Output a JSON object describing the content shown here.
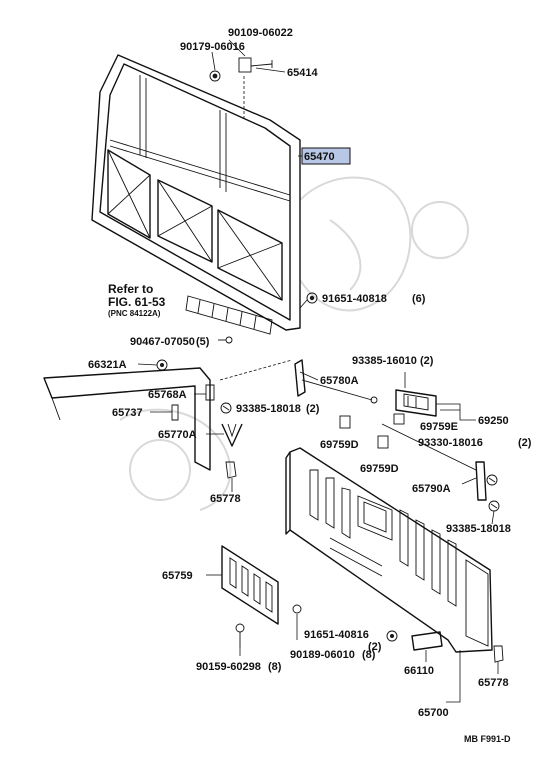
{
  "diagram_code": "MB F991-D",
  "refer_note": {
    "line1": "Refer to",
    "line2": "FIG. 61-53",
    "line3": "(PNC 84122A)"
  },
  "parts": {
    "p90109_06022": "90109-06022",
    "p90179_06016": "90179-06016",
    "p65414": "65414",
    "p65470": "65470",
    "p91651_40818": "91651-40818",
    "p91651_40818_qty": "(6)",
    "p90467_07050": "90467-07050",
    "p90467_07050_qty": "(5)",
    "p66321A": "66321A",
    "p65768A": "65768A",
    "p65737": "65737",
    "p93385_18018a": "93385-18018",
    "p93385_18018a_qty": "(2)",
    "p65770A": "65770A",
    "p65778a": "65778",
    "p93385_16010": "93385-16010",
    "p93385_16010_qty": "(2)",
    "p65780A": "65780A",
    "p69250": "69250",
    "p69759E": "69759E",
    "p69759Da": "69759D",
    "p69759Db": "69759D",
    "p93330_18016": "93330-18016",
    "p93330_18016_qty": "(2)",
    "p65790A": "65790A",
    "p93385_18018b": "93385-18018",
    "p65759": "65759",
    "p91651_40816": "91651-40816",
    "p91651_40816_qty": "(2)",
    "p90189_06010": "90189-06010",
    "p90189_06010_qty": "(8)",
    "p90159_60298": "90159-60298",
    "p90159_60298_qty": "(8)",
    "p66110": "66110",
    "p65700": "65700",
    "p65778b": "65778"
  },
  "colors": {
    "highlight_box": "#b9c7e6",
    "ink": "#111111"
  }
}
